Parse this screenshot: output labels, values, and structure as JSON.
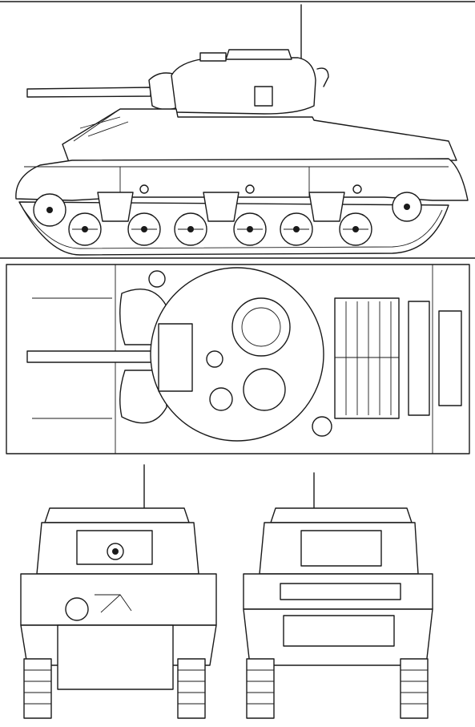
{
  "figure": {
    "subject": "tank-technical-drawing",
    "views": [
      "side-view",
      "top-view",
      "front-view",
      "rear-view"
    ],
    "colors": {
      "line": "#1a1a1a",
      "background": "#ffffff",
      "fill": "#e8e8e8"
    }
  }
}
